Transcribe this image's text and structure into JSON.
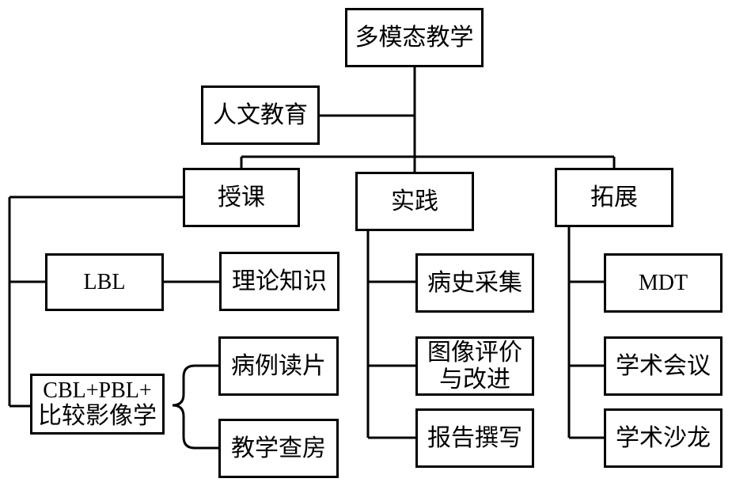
{
  "root": {
    "label": "多模态教学"
  },
  "humanities": {
    "label": "人文教育"
  },
  "branches": {
    "teaching": {
      "label": "授课"
    },
    "practice": {
      "label": "实践"
    },
    "expansion": {
      "label": "拓展"
    }
  },
  "teaching_items": {
    "lbl": {
      "label": "LBL"
    },
    "theory": {
      "label": "理论知识"
    },
    "cbl_line1": "CBL+PBL+",
    "cbl_line2": "比较影像学",
    "case_reading": {
      "label": "病例读片"
    },
    "ward_round": {
      "label": "教学查房"
    }
  },
  "practice_items": {
    "history": {
      "label": "病史采集"
    },
    "image_eval_line1": "图像评价",
    "image_eval_line2": "与改进",
    "report": {
      "label": "报告撰写"
    }
  },
  "expansion_items": {
    "mdt": {
      "label": "MDT"
    },
    "conference": {
      "label": "学术会议"
    },
    "salon": {
      "label": "学术沙龙"
    }
  }
}
